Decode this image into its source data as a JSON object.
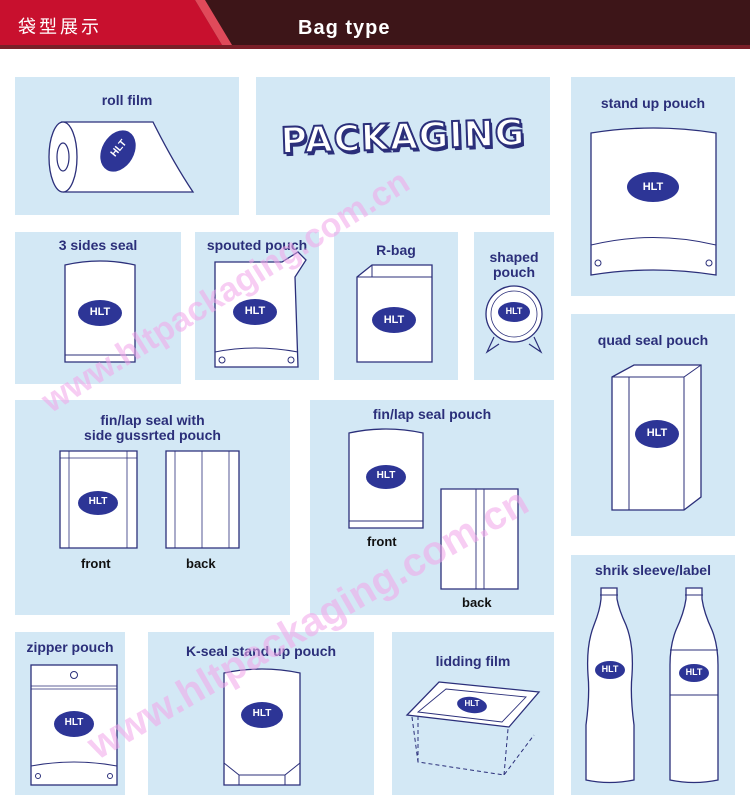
{
  "header": {
    "title_cn": "袋型展示",
    "title_en": "Bag type"
  },
  "colors": {
    "header_red": "#c8102e",
    "header_dark": "#3d1518",
    "tile_bg": "#d3e8f5",
    "label_blue": "#2b2f7a",
    "watermark_pink": "#f2a6ea"
  },
  "logo_text": "HLT",
  "packaging_word": "PACKAGING",
  "watermark": "www.hltpackaging.com.cn",
  "tiles": {
    "roll_film": {
      "label": "roll film"
    },
    "stand_up_pouch": {
      "label": "stand up pouch"
    },
    "three_sides_seal": {
      "label": "3 sides seal"
    },
    "spouted_pouch": {
      "label": "spouted pouch"
    },
    "r_bag": {
      "label": "R-bag"
    },
    "shaped_pouch": {
      "label_line1": "shaped",
      "label_line2": "pouch"
    },
    "quad_seal_pouch": {
      "label": "quad seal pouch"
    },
    "fin_lap_gusset": {
      "label_line1": "fin/lap seal with",
      "label_line2": "side gussrted pouch",
      "front": "front",
      "back": "back"
    },
    "fin_lap_seal": {
      "label": "fin/lap seal pouch",
      "front": "front",
      "back": "back"
    },
    "shrink_sleeve": {
      "label": "shrik sleeve/label"
    },
    "zipper_pouch": {
      "label": "zipper pouch"
    },
    "k_seal": {
      "label": "K-seal stand up pouch"
    },
    "lidding_film": {
      "label": "lidding film"
    }
  }
}
